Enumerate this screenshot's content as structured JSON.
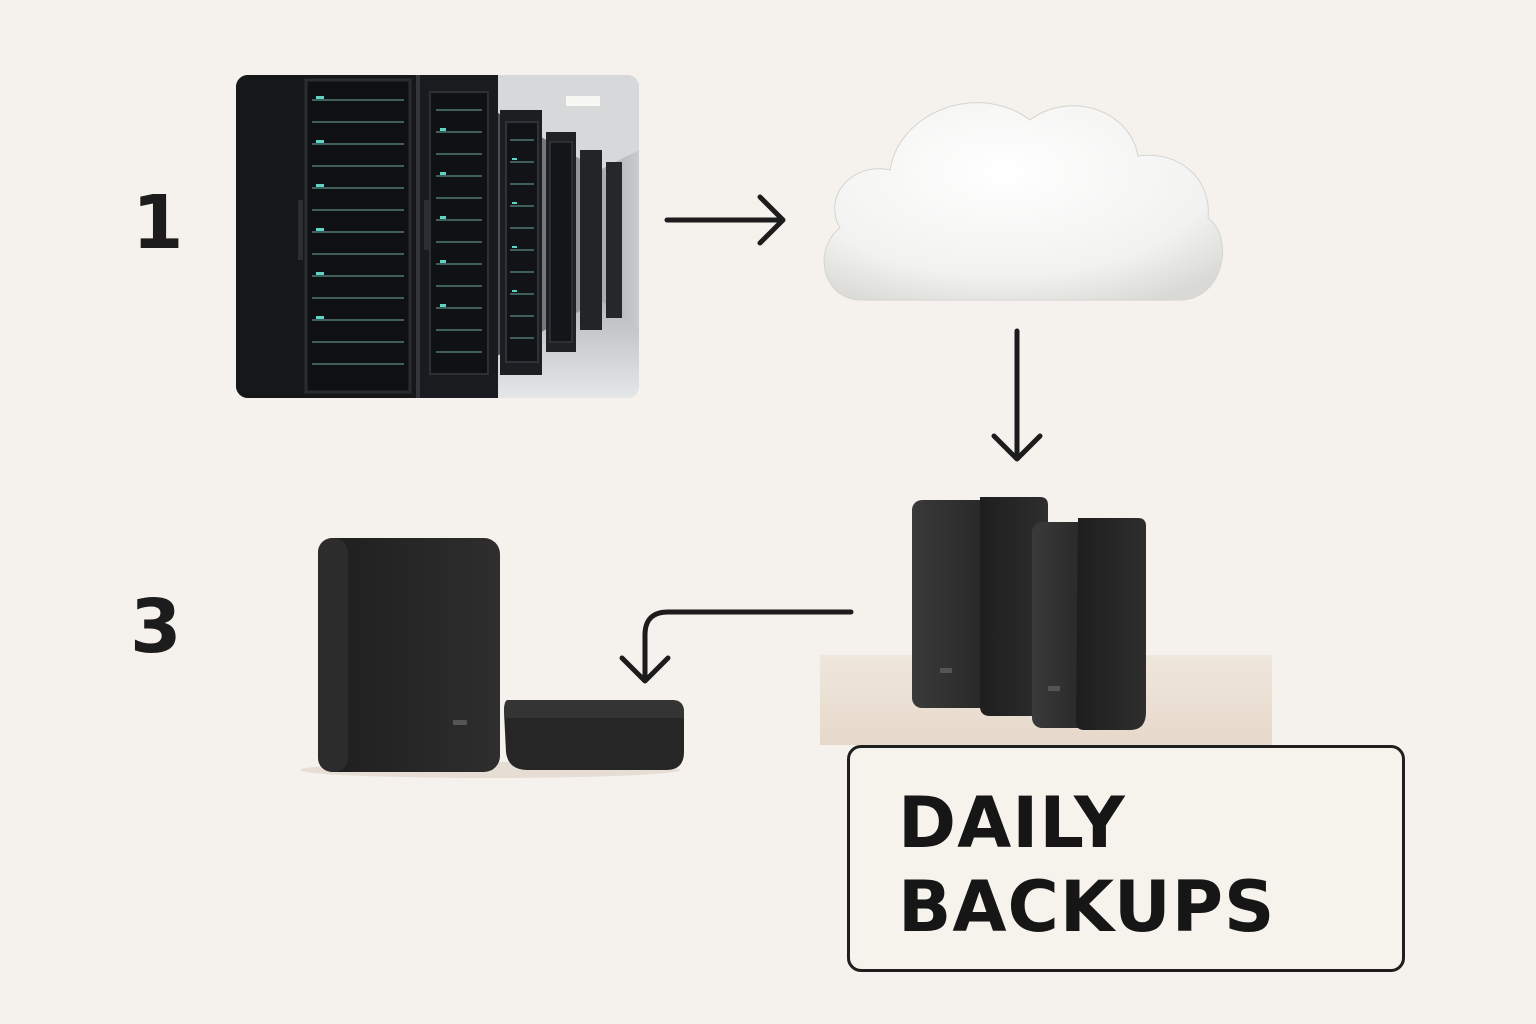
{
  "steps": {
    "first": "1",
    "third": "3"
  },
  "label": {
    "line1": "DAILY",
    "line2": "BACKUPS"
  },
  "colors": {
    "background": "#f5f1ec",
    "ink": "#1c1c1c",
    "device": "#222222"
  },
  "icons": [
    "server-room-icon",
    "cloud-icon",
    "external-drive-icon"
  ]
}
